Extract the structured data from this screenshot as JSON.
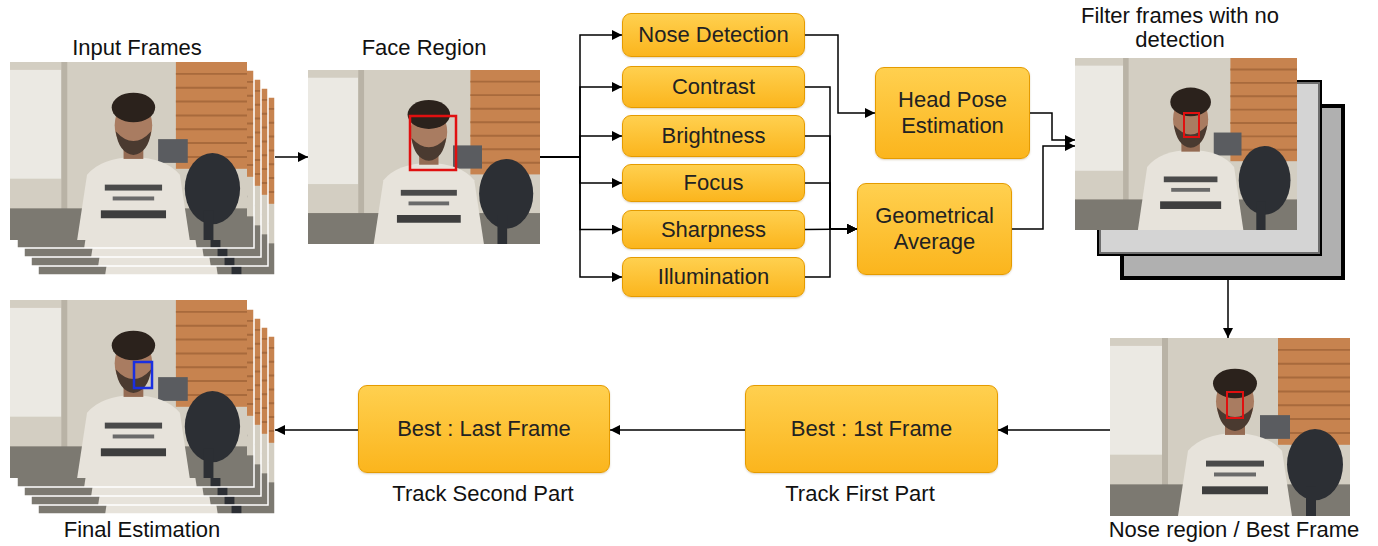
{
  "diagram": {
    "nodes": [
      {
        "text": [
          "Input Frames"
        ]
      },
      {
        "text": [
          "Face Region"
        ]
      },
      {
        "text": [
          "Nose Detection"
        ]
      },
      {
        "text": [
          "Contrast"
        ]
      },
      {
        "text": [
          "Brightness"
        ]
      },
      {
        "text": [
          "Focus"
        ]
      },
      {
        "text": [
          "Sharpness"
        ]
      },
      {
        "text": [
          "Illumination"
        ]
      },
      {
        "text": [
          "Head Pose Estimation"
        ]
      },
      {
        "text": [
          "Geometrical Average"
        ]
      },
      {
        "text": [
          "Filter frames with no detection"
        ]
      },
      {
        "text": [
          "Nose region / Best Frame"
        ]
      },
      {
        "text": [
          "Best : 1st Frame"
        ]
      },
      {
        "text": [
          "Best : Last Frame"
        ]
      },
      {
        "text": [
          "Final Estimation"
        ]
      }
    ],
    "edges": [
      {
        "from": 0,
        "to": 1,
        "arrow": "to"
      },
      {
        "from": 1,
        "to": 2,
        "arrow": "to"
      },
      {
        "from": 1,
        "to": 3,
        "arrow": "to"
      },
      {
        "from": 1,
        "to": 4,
        "arrow": "to"
      },
      {
        "from": 1,
        "to": 5,
        "arrow": "to"
      },
      {
        "from": 1,
        "to": 6,
        "arrow": "to"
      },
      {
        "from": 1,
        "to": 7,
        "arrow": "to"
      },
      {
        "from": 2,
        "to": 8,
        "arrow": "to"
      },
      {
        "from": 3,
        "to": 9,
        "arrow": "to"
      },
      {
        "from": 4,
        "to": 9,
        "arrow": "to"
      },
      {
        "from": 5,
        "to": 9,
        "arrow": "to"
      },
      {
        "from": 6,
        "to": 9,
        "arrow": "to"
      },
      {
        "from": 7,
        "to": 9,
        "arrow": "to"
      },
      {
        "from": 8,
        "to": 10,
        "arrow": "to"
      },
      {
        "from": 9,
        "to": 10,
        "arrow": "to"
      },
      {
        "from": 10,
        "to": 11,
        "arrow": "to"
      },
      {
        "from": 11,
        "to": 12,
        "arrow": "to"
      },
      {
        "from": 12,
        "to": 13,
        "arrow": "to"
      },
      {
        "from": 13,
        "to": 14,
        "arrow": "to"
      }
    ],
    "labels": [
      "Track Second Part",
      "Track First Part"
    ]
  }
}
